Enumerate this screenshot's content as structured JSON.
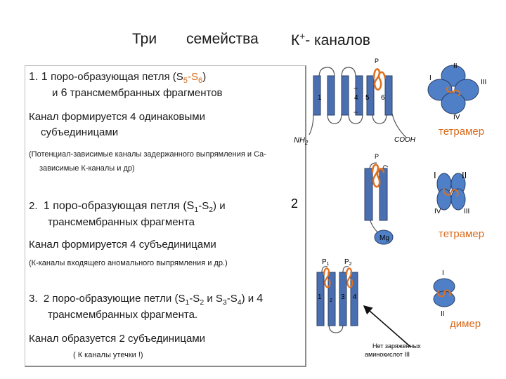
{
  "header": {
    "word1": "Три",
    "word2": "семейства",
    "word3": "К",
    "word3_sup": "+",
    "word3_rest": "- каналов"
  },
  "family1": {
    "num": "1.",
    "count": "1",
    "text_a": "поро-образующая петля  (S",
    "sub_a": "5",
    "dash": "-S",
    "sub_b": "6",
    "close": ")",
    "line2_a": "и",
    "line2_num": "6",
    "line2_b": "трансмембранных фрагментов",
    "channel_line1": "Канал формируется 4 одинаковыми",
    "channel_line2": "субъединицами",
    "note_line1": "(Потенциал-зависимые каналы задержанного выпрямления и Са-",
    "note_line2": "зависимые К-каналы и др)"
  },
  "family2": {
    "num": "2.",
    "text_a": "1 поро-образующая петля  (S",
    "sub_a": "1",
    "dash": "-S",
    "sub_b": "2",
    "close": ")  и",
    "line2": "трансмембранных фрагмента",
    "channel": "Канал формируется 4 субъединицами",
    "note": "(К-каналы  входящего аномального выпрямления и др.)"
  },
  "family3": {
    "num": "3.",
    "text_a": "2 поро-образующие петли (S",
    "s1": "1",
    "mid1": "-S",
    "s2": "2",
    "and": " и S",
    "s3": "3",
    "mid2": "-S",
    "s4": "4",
    "close": ") и",
    "four": "4",
    "line2": "трансмембранных фрагмента.",
    "channel": "Канал образуется 2 субъединицами",
    "note": "( К каналы утечки !)"
  },
  "diagram1": {
    "p_label": "P",
    "seg_labels": [
      "1",
      "4",
      "5",
      "6"
    ],
    "plus": "+",
    "nh2": "NH",
    "nh2_sub": "2",
    "cooh": "COOH",
    "roman": [
      "I",
      "II",
      "III",
      "IV"
    ],
    "assembly": "тетрамер"
  },
  "diagram2": {
    "p_label": "P",
    "side_num": "2",
    "mg": "Mg",
    "roman": [
      "I",
      "II",
      "IV",
      "III"
    ],
    "assembly": "тетрамер"
  },
  "diagram3": {
    "p1": "P",
    "p1_sub": "1",
    "p2": "P",
    "p2_sub": "2",
    "seg_labels": [
      "1",
      "2",
      "3",
      "4"
    ],
    "roman": [
      "I",
      "II"
    ],
    "assembly": "димер",
    "note_line1": "Нет заряженных",
    "note_line2": "аминокислот III"
  },
  "colors": {
    "segment_fill": "#4a6fb0",
    "segment_stroke": "#2b3f66",
    "loop": "#e0701e",
    "subunit_blue": "#4f7fc7",
    "accent_text": "#d9691a"
  }
}
